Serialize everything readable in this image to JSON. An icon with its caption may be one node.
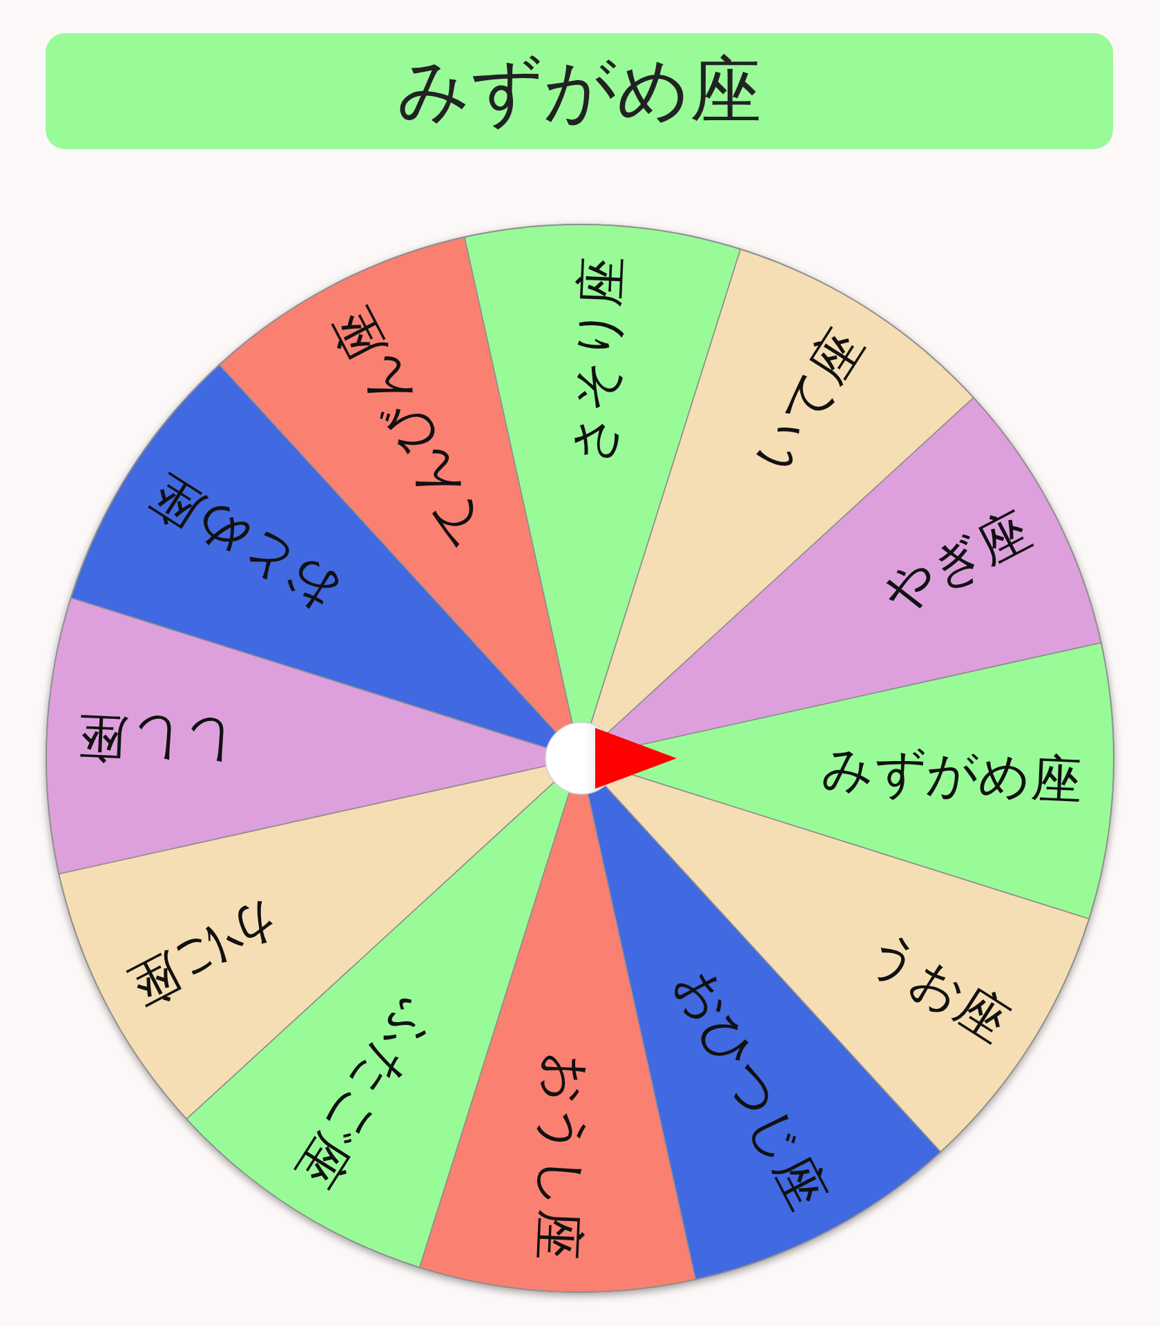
{
  "diagram": {
    "title": "みずがめ座",
    "nodes": [
      {
        "text": [
          "さそり座"
        ]
      },
      {
        "text": [
          "いて座"
        ]
      },
      {
        "text": [
          "やぎ座"
        ]
      },
      {
        "text": [
          "みずがめ座"
        ]
      },
      {
        "text": [
          "うお座"
        ]
      },
      {
        "text": [
          "おひつじ座"
        ]
      },
      {
        "text": [
          "おうし座"
        ]
      },
      {
        "text": [
          "ふたご座"
        ]
      },
      {
        "text": [
          "かに座"
        ]
      },
      {
        "text": [
          "しし座"
        ]
      },
      {
        "text": [
          "おとめ座"
        ]
      },
      {
        "text": [
          "てんびん座"
        ]
      }
    ]
  }
}
